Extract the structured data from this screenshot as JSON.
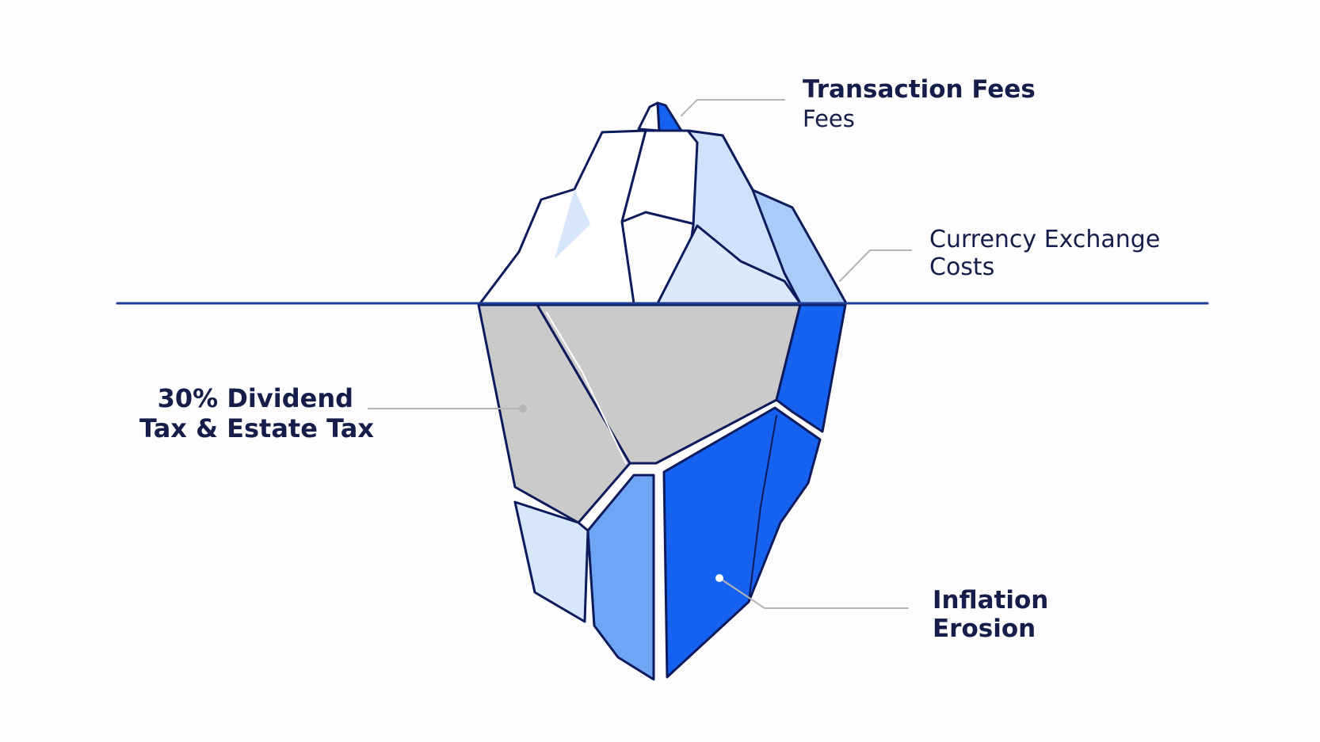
{
  "diagram": {
    "type": "iceberg",
    "colors": {
      "outline": "#0d1a5c",
      "waterline": "#1f3c96",
      "tip_white": "#ffffff",
      "ice_light_blue": "#d7e6fb",
      "ice_mid_blue": "#6ea5f5",
      "ice_bright_blue": "#1561f0",
      "ice_grey": "#c9c9c9",
      "leader_line": "#b5b5b5",
      "text": "#151d4a"
    },
    "labels": {
      "transaction_fees": {
        "title": "Transaction Fees",
        "subtitle": "Fees"
      },
      "currency_exchange": {
        "line1": "Currency Exchange",
        "line2": "Costs"
      },
      "dividend_tax": {
        "line1": "30% Dividend",
        "line2": "Tax & Estate Tax"
      },
      "inflation": {
        "line1": "Inflation",
        "line2": "Erosion"
      }
    }
  }
}
